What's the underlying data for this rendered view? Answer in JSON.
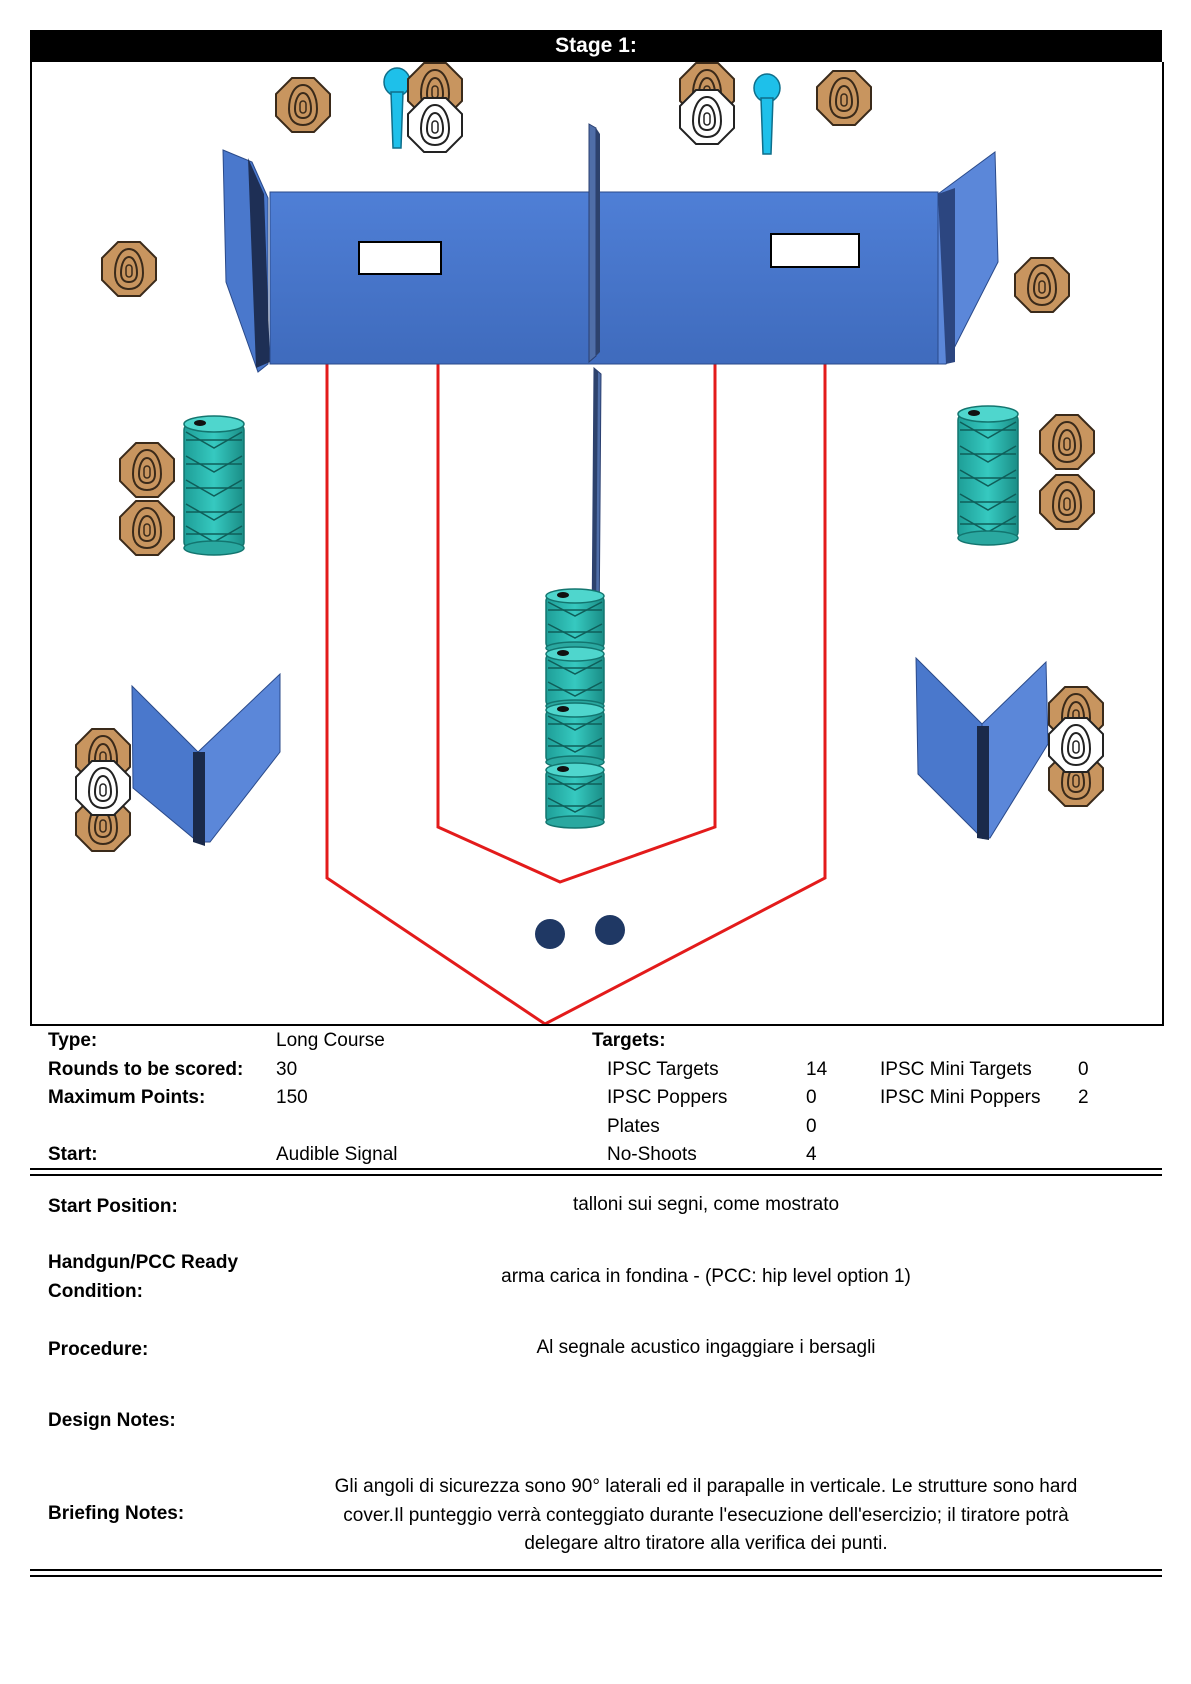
{
  "title": "Stage 1:",
  "info": {
    "type_label": "Type:",
    "type_value": "Long Course",
    "rounds_label": "Rounds to be scored:",
    "rounds_value": "30",
    "points_label": "Maximum Points:",
    "points_value": "150",
    "start_label": "Start:",
    "start_value": "Audible Signal",
    "targets_label": "Targets:",
    "targets": [
      {
        "label": "IPSC Targets",
        "value": "14"
      },
      {
        "label": "IPSC Poppers",
        "value": "0"
      },
      {
        "label": "Plates",
        "value": "0"
      },
      {
        "label": "No-Shoots",
        "value": "4"
      }
    ],
    "mini_targets": [
      {
        "label": "IPSC Mini Targets",
        "value": "0"
      },
      {
        "label": "IPSC Mini Poppers",
        "value": "2"
      }
    ]
  },
  "details": {
    "start_position_label": "Start Position:",
    "start_position_value": "talloni sui segni, come mostrato",
    "ready_label_1": "Handgun/PCC Ready",
    "ready_label_2": "Condition:",
    "ready_value": "arma carica in fondina - (PCC: hip level option 1)",
    "procedure_label": "Procedure:",
    "procedure_value": "Al segnale acustico ingaggiare i bersagli",
    "design_label": "Design Notes:",
    "briefing_label": "Briefing Notes:",
    "briefing_line_1": "Gli angoli di sicurezza sono 90° laterali ed il parapalle in verticale. Le strutture sono hard",
    "briefing_line_2": "cover.Il punteggio verrà conteggiato durante l'esecuzione dell'esercizio; il tiratore potrà",
    "briefing_line_3": "delegare altro tiratore alla verifica  dei punti."
  },
  "colors": {
    "wall": "#4472c4",
    "wall_light": "#5b87d9",
    "target": "#c8955f",
    "no_shoot": "#ffffff",
    "popper": "#1ec0ea",
    "barrel": "#33bcb4",
    "fault_line": "#e31b1b",
    "start_mark": "#1f3864"
  }
}
